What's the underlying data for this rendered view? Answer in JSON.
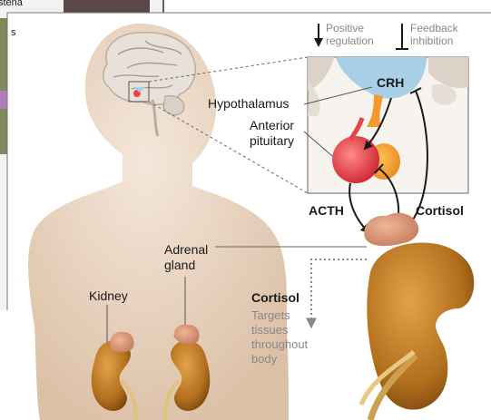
{
  "fragment": {
    "top_text": "stena",
    "side_text": "s"
  },
  "legend": {
    "positive": {
      "line1": "Positive",
      "line2": "regulation"
    },
    "feedback": {
      "line1": "Feedback",
      "line2": "inhibition"
    }
  },
  "labels": {
    "hypothalamus": "Hypothalamus",
    "crh": "CRH",
    "anterior_pituitary": {
      "line1": "Anterior",
      "line2": "pituitary"
    },
    "acth": "ACTH",
    "cortisol_arrow": "Cortisol",
    "adrenal_gland": {
      "line1": "Adrenal",
      "line2": "gland"
    },
    "kidney": "Kidney",
    "cortisol_heading": "Cortisol",
    "targets": {
      "line1": "Targets",
      "line2": "tissues",
      "line3": "throughout",
      "line4": "body"
    }
  },
  "colors": {
    "skin": "#ead7c4",
    "hypothalamus_blue": "#a9cfe7",
    "pituitary_red": "#e8434a",
    "pituitary_orange": "#f39a2e",
    "adrenal": "#d99a7a",
    "kidney": "#b9761e"
  }
}
